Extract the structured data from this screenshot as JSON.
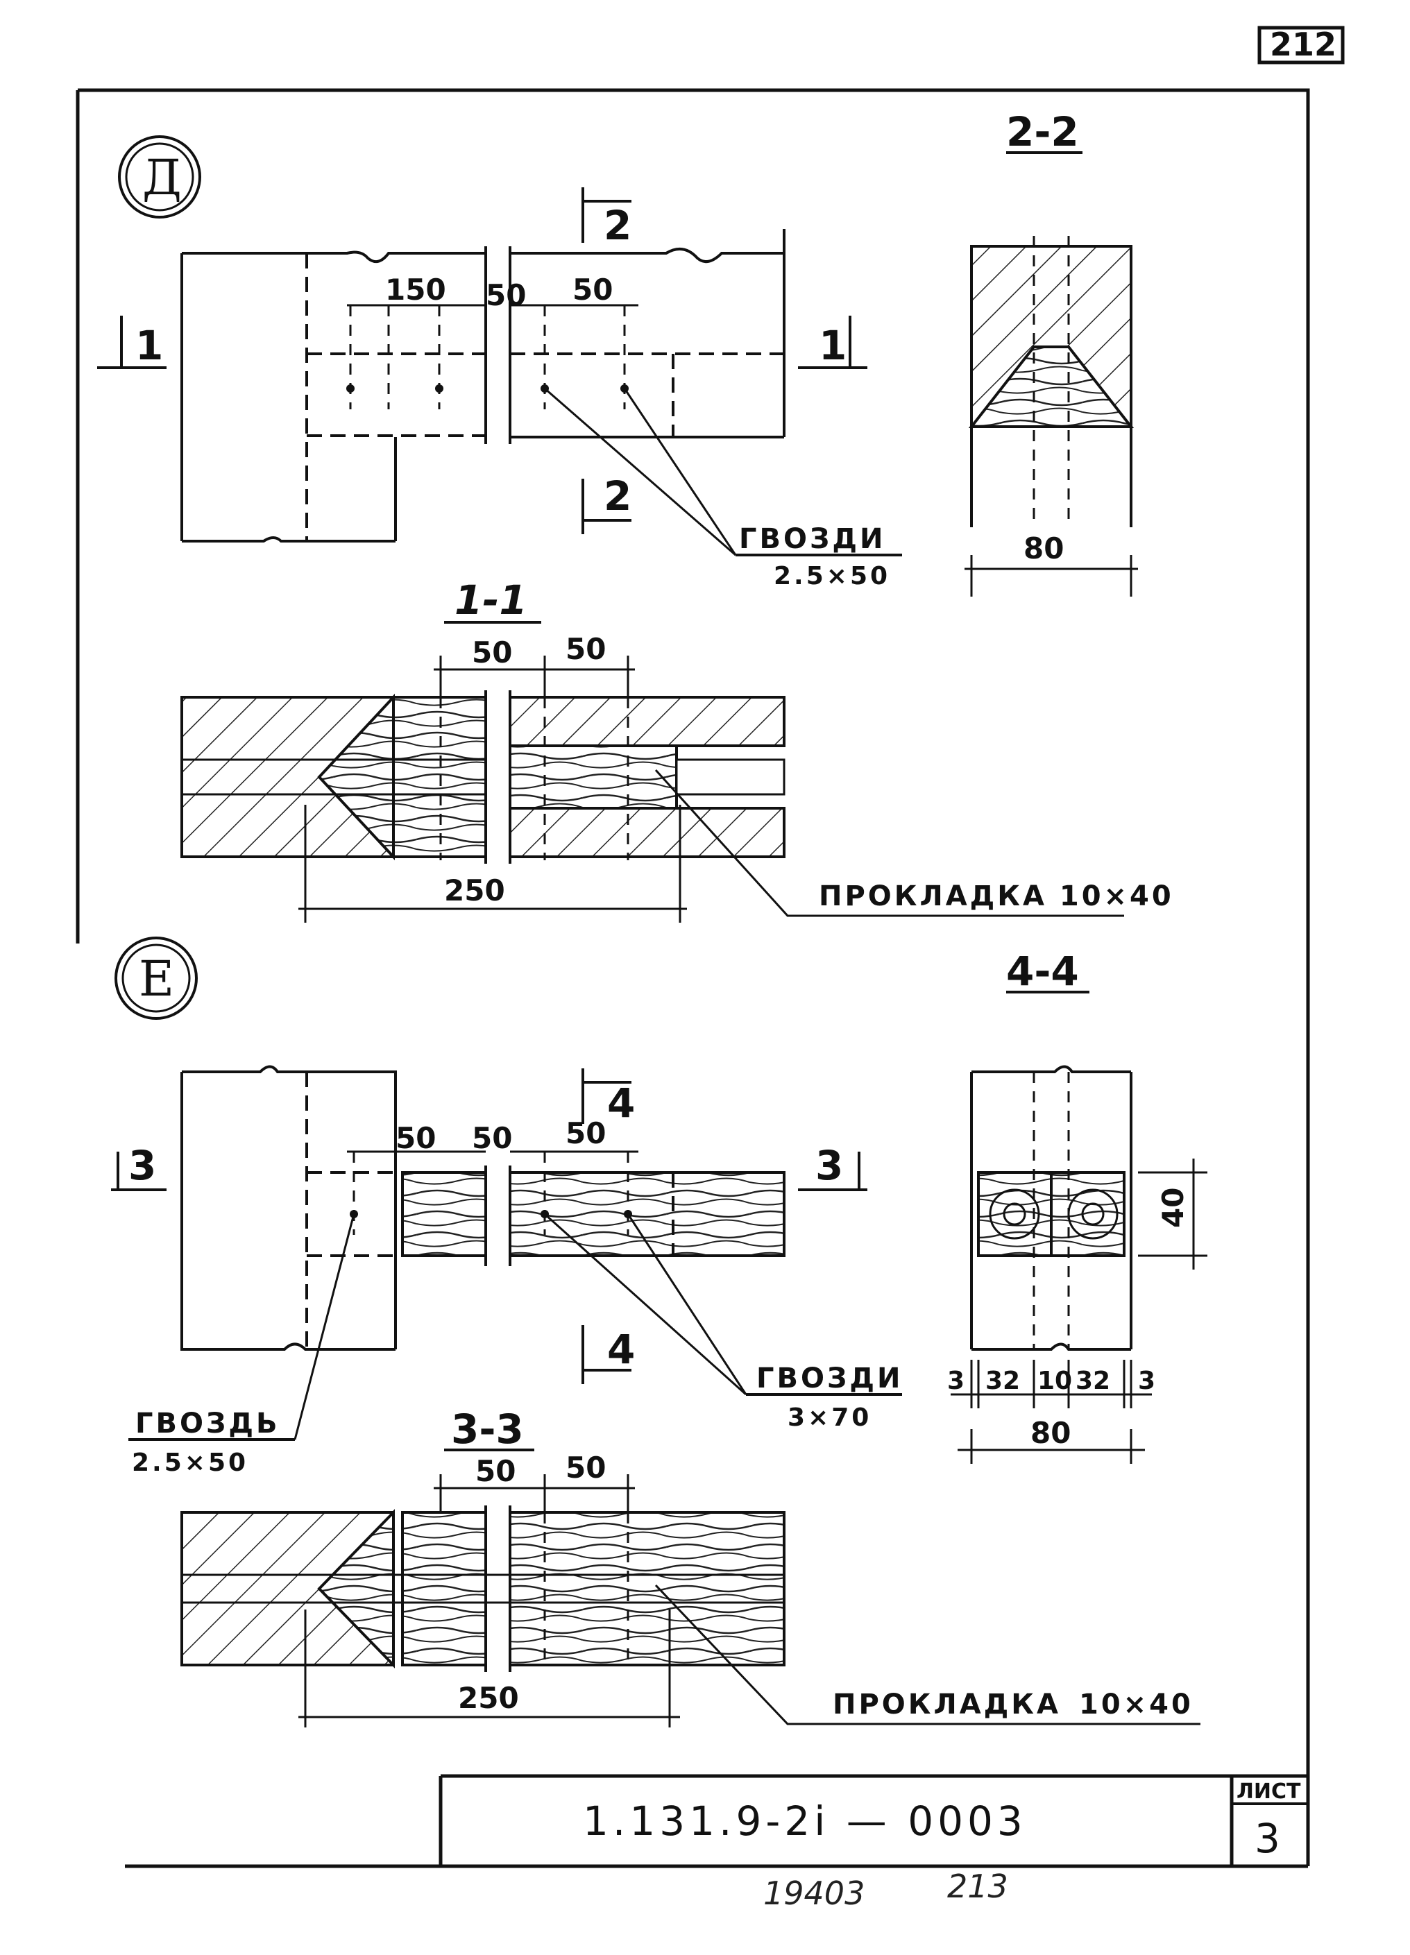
{
  "sheet": {
    "page_number": "212",
    "document_code": "1.131.9-2i — 0003",
    "sheet_label": "ЛИСТ",
    "sheet_number": "3",
    "footer_number_1": "19403",
    "footer_number_2": "213"
  },
  "node_d": {
    "marker": "Д",
    "section_1": "1",
    "section_2": "2",
    "dim_150": "150",
    "dim_50_mid": "50",
    "dim_50_right": "50",
    "nails_label": "ГВОЗДИ",
    "nails_size": "2.5×50",
    "section_11_title": "1-1",
    "s11_dim_50_a": "50",
    "s11_dim_50_b": "50",
    "s11_dim_250": "250",
    "s11_gasket": "ПРОКЛАДКА 10×40",
    "section_22_title": "2-2",
    "s22_width": "80"
  },
  "node_e": {
    "marker": "Е",
    "section_3": "3",
    "section_4": "4",
    "dim_50_a": "50",
    "dim_50_b": "50",
    "dim_50_c": "50",
    "nails_label": "ГВОЗДИ",
    "nails_size": "3×70",
    "nail_label": "ГВОЗДЬ",
    "nail_size": "2.5×50",
    "section_33_title": "3-3",
    "s33_dim_50_a": "50",
    "s33_dim_50_b": "50",
    "s33_dim_250": "250",
    "s33_gasket_label": "ПРОКЛАДКА",
    "s33_gasket_size": "10×40",
    "section_44_title": "4-4",
    "s44_height": "40",
    "s44_d3a": "3",
    "s44_d32a": "32",
    "s44_d10": "10",
    "s44_d32b": "32",
    "s44_d3b": "3",
    "s44_width": "80"
  }
}
